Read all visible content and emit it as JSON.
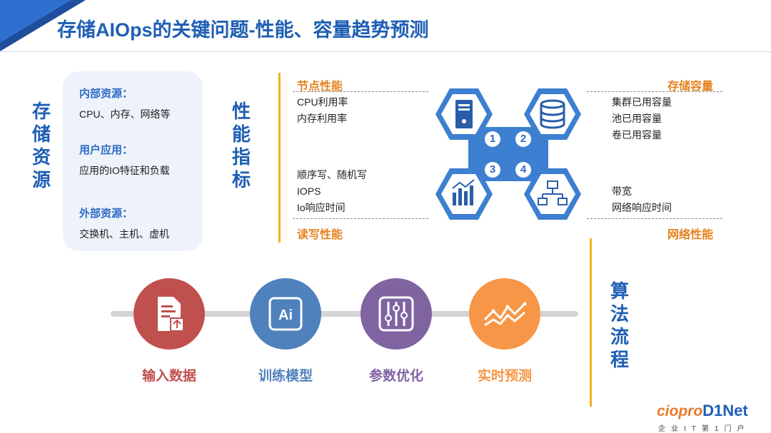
{
  "title": "存储AIOps的关键问题-性能、容量趋势预测",
  "left_vertical_title": "存储资源",
  "resources": [
    {
      "heading": "内部资源：",
      "text": "CPU、内存、网络等"
    },
    {
      "heading": "用户应用：",
      "text": "应用的IO特征和负载"
    },
    {
      "heading": "外部资源：",
      "text": "交换机、主机、虚机"
    }
  ],
  "middle_vertical_title": "性能指标",
  "quadrants": {
    "node": {
      "title": "节点性能",
      "number": "1",
      "items": [
        "CPU利用率",
        "内存利用率"
      ]
    },
    "storage": {
      "title": "存储容量",
      "number": "2",
      "items": [
        "集群已用容量",
        "池已用容量",
        "卷已用容量"
      ]
    },
    "rw": {
      "title": "读写性能",
      "number": "3",
      "items": [
        "顺序写、随机写",
        "IOPS",
        "Io响应时间"
      ]
    },
    "network": {
      "title": "网络性能",
      "number": "4",
      "items": [
        "带宽",
        "网络响应时间"
      ]
    }
  },
  "algo_vertical_title": "算法流程",
  "steps": [
    {
      "label": "输入数据",
      "color": "#c0504d",
      "icon": "document-upload-icon"
    },
    {
      "label": "训练模型",
      "color": "#4f81bd",
      "icon": "ai-icon"
    },
    {
      "label": "参数优化",
      "color": "#8064a2",
      "icon": "sliders-icon"
    },
    {
      "label": "实时预测",
      "color": "#f79646",
      "icon": "trend-line-icon"
    }
  ],
  "colors": {
    "brand_blue": "#1f5fb4",
    "hex_blue": "#3d7fd0",
    "accent_orange": "#e6821e",
    "divider_yellow": "#f2b21c"
  },
  "watermark": {
    "part1": "ciopro",
    "part2": "D1Net",
    "sub": "企业IT第1门户"
  }
}
